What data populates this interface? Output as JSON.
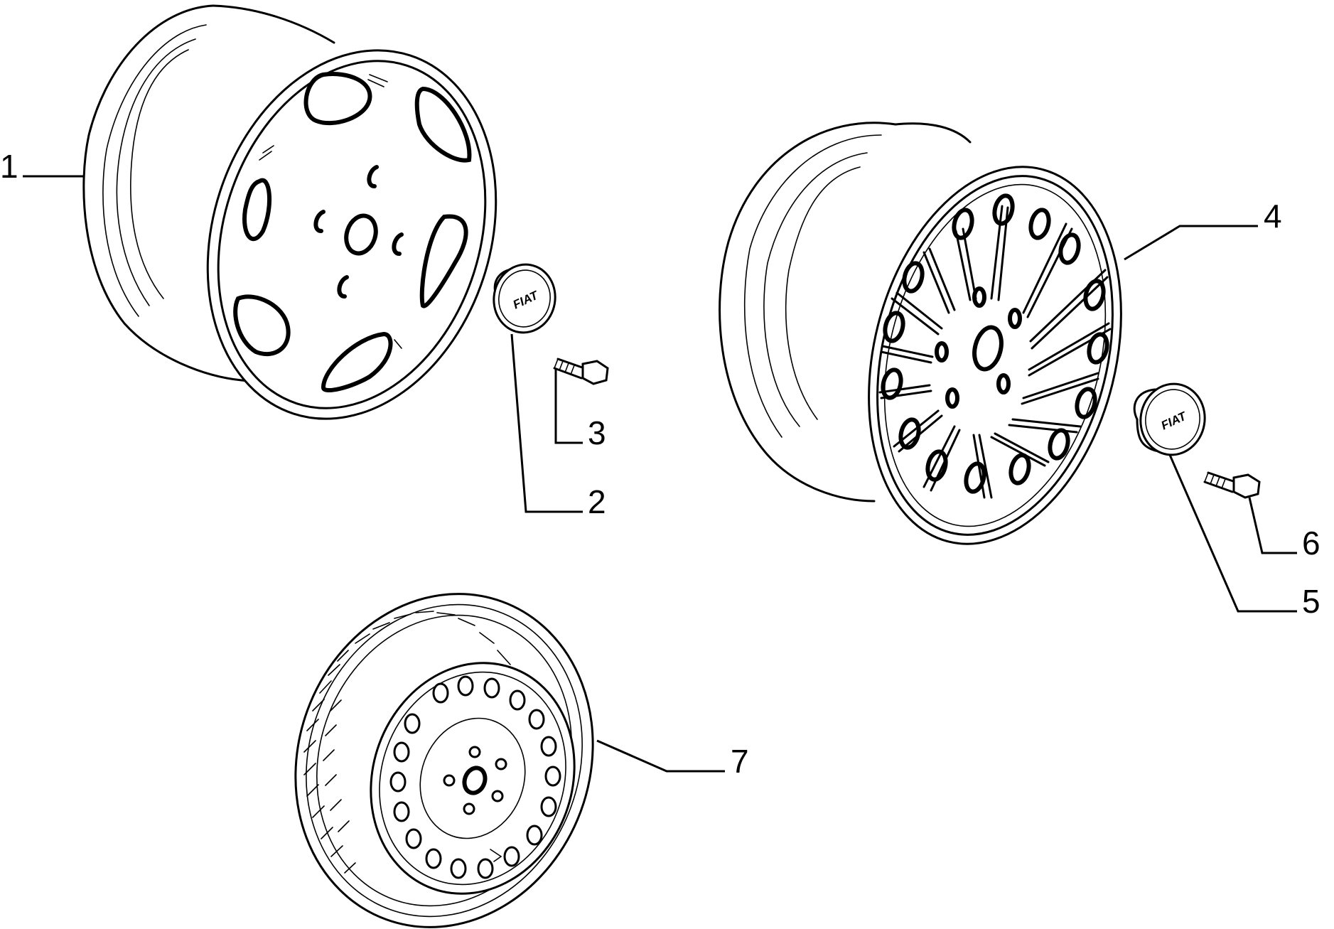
{
  "callouts": [
    {
      "id": "1",
      "label": "1"
    },
    {
      "id": "2",
      "label": "2"
    },
    {
      "id": "3",
      "label": "3"
    },
    {
      "id": "4",
      "label": "4"
    },
    {
      "id": "5",
      "label": "5"
    },
    {
      "id": "6",
      "label": "6"
    },
    {
      "id": "7",
      "label": "7"
    }
  ],
  "cap_logo_text": "FIAT"
}
